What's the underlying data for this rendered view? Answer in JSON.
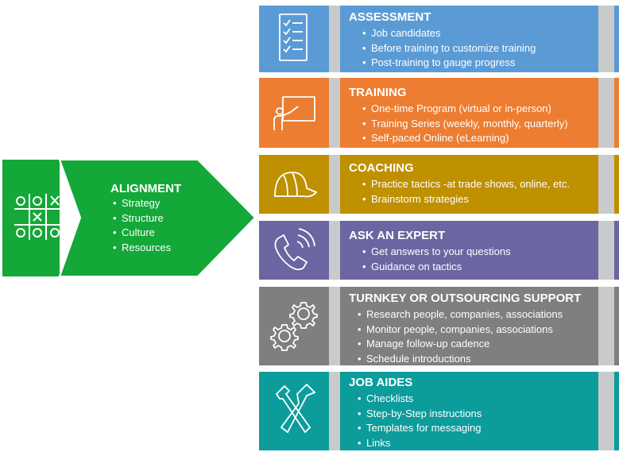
{
  "alignment": {
    "title": "ALIGNMENT",
    "items": [
      "Strategy",
      "Structure",
      "Culture",
      "Resources"
    ],
    "color": "#13a838",
    "icon": "tic-tac-toe-icon"
  },
  "rows": [
    {
      "title": "ASSESSMENT",
      "items": [
        "Job candidates",
        "Before training to customize training",
        "Post-training to gauge progress"
      ],
      "color": "#5b9bd5",
      "icon": "checklist-icon"
    },
    {
      "title": "TRAINING",
      "items": [
        "One-time Program (virtual or in-person)",
        "Training Series (weekly, monthly, quarterly)",
        "Self-paced Online (eLearning)"
      ],
      "color": "#ed7d31",
      "icon": "presentation-board-icon"
    },
    {
      "title": "COACHING",
      "items": [
        "Practice tactics -at trade shows, online, etc.",
        "Brainstorm strategies"
      ],
      "color": "#bf9000",
      "icon": "cap-icon"
    },
    {
      "title": "ASK AN EXPERT",
      "items": [
        "Get answers to your questions",
        "Guidance on tactics"
      ],
      "color": "#6b65a2",
      "icon": "phone-ringing-icon"
    },
    {
      "title": "TURNKEY OR OUTSOURCING SUPPORT",
      "items": [
        "Research people, companies, associations",
        "Monitor people, companies, associations",
        "Manage follow-up cadence",
        "Schedule introductions"
      ],
      "color": "#7f7f7f",
      "icon": "gears-icon"
    },
    {
      "title": "JOB AIDES",
      "items": [
        "Checklists",
        "Step-by-Step instructions",
        "Templates for messaging",
        "Links"
      ],
      "color": "#0c9c9b",
      "icon": "tools-icon"
    }
  ]
}
